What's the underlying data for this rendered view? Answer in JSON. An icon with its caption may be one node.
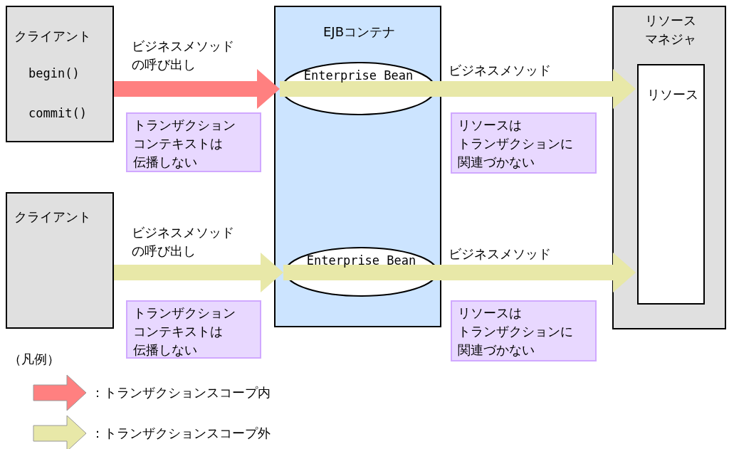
{
  "diagram": {
    "nodes": [
      {
        "text": [
          "クライアント",
          "begin()",
          "commit()"
        ]
      },
      {
        "text": [
          "トランザクションコンテキストは伝播しない"
        ]
      },
      {
        "text": [
          "EJBコンテナ"
        ]
      },
      {
        "text": [
          "Enterprise Bean"
        ],
        "in": 2
      },
      {
        "text": [
          "リソースはトランザクションに関連づかない"
        ]
      },
      {
        "text": [
          "リソースマネジャ"
        ]
      },
      {
        "text": [
          "リソース"
        ],
        "in": 5
      },
      {
        "text": [
          "クライアント"
        ]
      },
      {
        "text": [
          "トランザクションコンテキストは伝播しない"
        ]
      },
      {
        "text": [
          "Enterprise Bean"
        ],
        "in": 2
      },
      {
        "text": [
          "リソースはトランザクションに関連づかない"
        ]
      }
    ],
    "edges": [
      {
        "from": 0,
        "to": 3,
        "arrow": "to",
        "label": "ビジネスメソッドの呼び出し",
        "color": "#ff8080"
      },
      {
        "from": 3,
        "to": 6,
        "arrow": "to",
        "label": "ビジネスメソッド"
      },
      {
        "from": 7,
        "to": 9,
        "arrow": "to",
        "label": "ビジネスメソッドの呼び出し"
      },
      {
        "from": 9,
        "to": 6,
        "arrow": "to",
        "label": "ビジネスメソッド"
      }
    ],
    "labels": [
      "（凡例）"
    ],
    "legend": [
      {
        "text": "：トランザクションスコープ内",
        "color": "#ff8080"
      },
      {
        "text": "：トランザクションスコープ外",
        "color": "#e8e8a8"
      }
    ]
  }
}
